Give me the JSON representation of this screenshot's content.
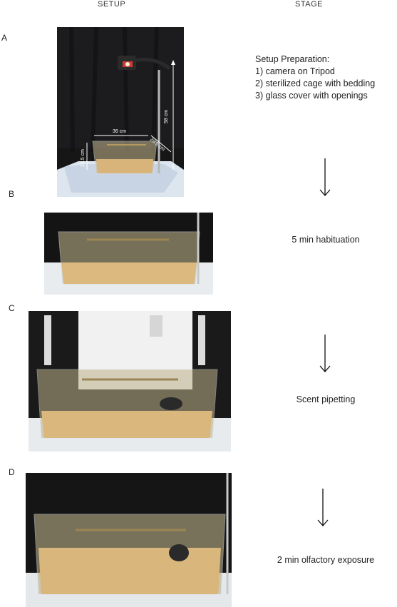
{
  "headers": {
    "setup": "SETUP",
    "stage": "STAGE"
  },
  "panels": [
    {
      "label": "A",
      "stage_lines": [
        "Setup Preparation:",
        "1) camera on Tripod",
        "2) sterilized cage with bedding",
        "3) glass cover with openings"
      ],
      "dimensions": {
        "width": "36 cm",
        "depth": "20.5 cm",
        "height": "13.5 cm",
        "camera_height": "58 cm"
      }
    },
    {
      "label": "B",
      "stage_lines": [
        "5 min habituation"
      ]
    },
    {
      "label": "C",
      "stage_lines": [
        "Scent pipetting"
      ]
    },
    {
      "label": "D",
      "stage_lines": [
        "2 min olfactory  exposure"
      ]
    }
  ]
}
